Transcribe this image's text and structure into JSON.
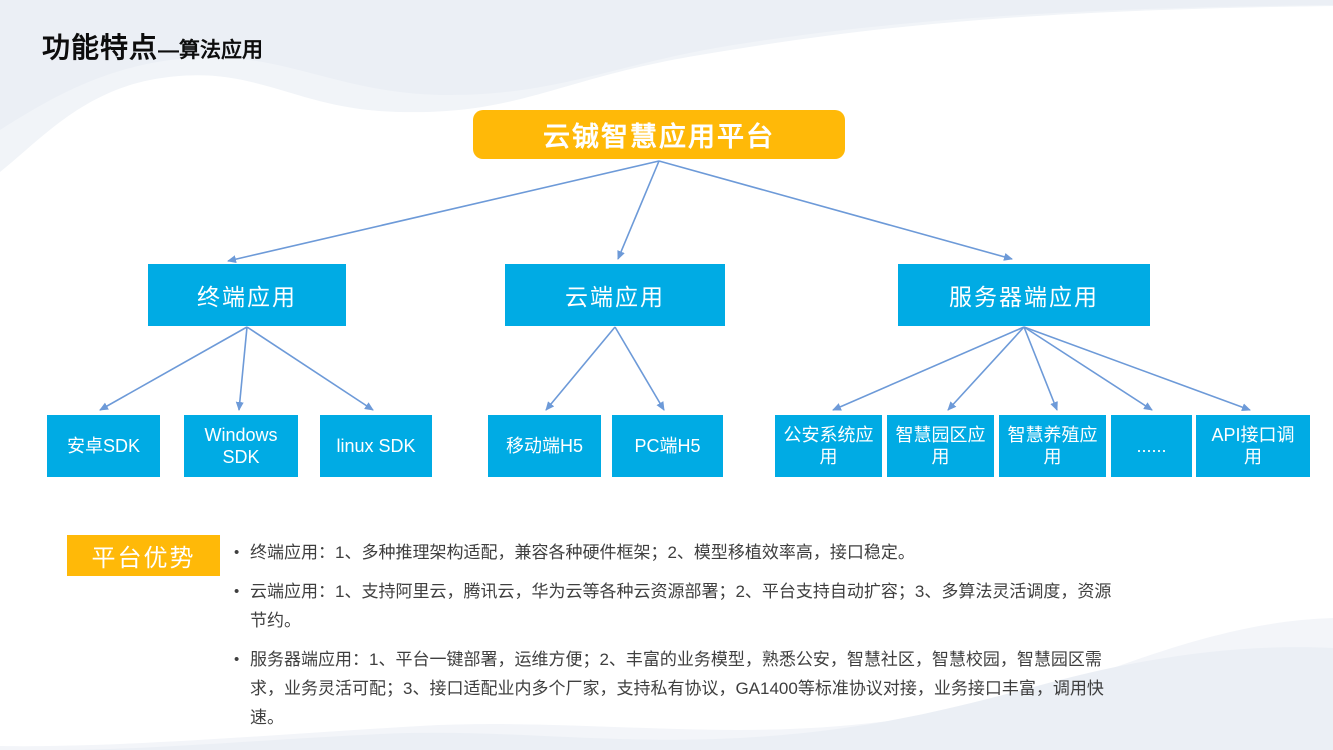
{
  "header": {
    "title_main": "功能特点",
    "title_sub": "—算法应用"
  },
  "tree": {
    "root_label": "云铖智慧应用平台",
    "branches": [
      {
        "label": "终端应用",
        "children": [
          "安卓SDK",
          "Windows SDK",
          "linux SDK"
        ]
      },
      {
        "label": "云端应用",
        "children": [
          "移动端H5",
          "PC端H5"
        ]
      },
      {
        "label": "服务器端应用",
        "children": [
          "公安系统应用",
          "智慧园区应用",
          "智慧养殖应用",
          "......",
          "API接口调用"
        ]
      }
    ]
  },
  "advantages": {
    "heading": "平台优势",
    "bullet_glyph": "•",
    "items": [
      "终端应用：1、多种推理架构适配，兼容各种硬件框架；2、模型移植效率高，接口稳定。",
      "云端应用：1、支持阿里云，腾讯云，华为云等各种云资源部署；2、平台支持自动扩容；3、多算法灵活调度，资源节约。",
      "服务器端应用：1、平台一键部署，运维方便；2、丰富的业务模型，熟悉公安，智慧社区，智慧校园，智慧园区需求，业务灵活可配；3、接口适配业内多个厂家，支持私有协议，GA1400等标准协议对接，业务接口丰富，调用快速。"
    ]
  },
  "colors": {
    "accent_orange": "#FFB908",
    "node_blue": "#00ABE4",
    "arrow_blue": "#6D9AD8",
    "wave_light": "#F0F3F8"
  }
}
